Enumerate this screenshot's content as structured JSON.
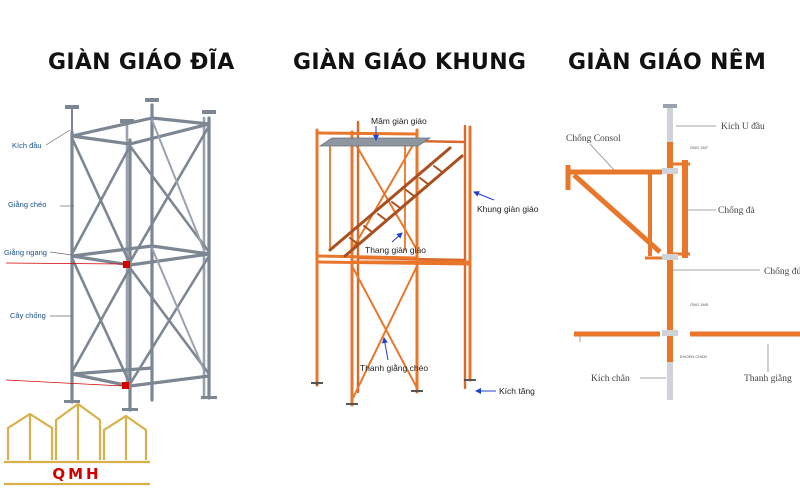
{
  "titles": {
    "disc": "GIÀN GIÁO ĐĨA",
    "frame": "GIÀN GIÁO KHUNG",
    "wedge": "GIÀN GIÁO NÊM"
  },
  "disc_labels": {
    "kich_dau": "Kích đầu",
    "giang_cheo": "Giằng chéo",
    "giang_ngang": "Giằng ngang",
    "cay_chong": "Cây chống"
  },
  "frame_labels": {
    "mam": "Mâm giàn giáo",
    "khung": "Khung giàn giáo",
    "thang": "Thang giàn giáo",
    "thanh_giang": "Thanh giằng chéo",
    "kich_tang": "Kích tăng"
  },
  "wedge_labels": {
    "kich_u": "Kích U đầu",
    "chong_consol": "Chống Consol",
    "chong_da": "Chống đà",
    "chong_dung": "Chống đứ",
    "kich_chan": "Kích chân",
    "thanh_giang": "Thanh giằng",
    "tiny_1": "ỐNG 1M7",
    "tiny_2": "ỐNG 1M5",
    "tiny_3": "KHOEN CHÂN"
  },
  "logo": {
    "text": "QMH",
    "colors": {
      "gold": "#d9b14a",
      "red": "#d40000"
    }
  },
  "colors": {
    "orange": "#e9772b",
    "steel": "#7d8793",
    "label_blue": "#1a4f8b",
    "arrow_blue": "#1f3fd1"
  }
}
